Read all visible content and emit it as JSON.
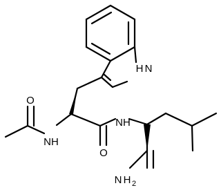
{
  "structure": {
    "atom_labels": {
      "indole_nh": "H",
      "indole_n": "N",
      "acetyl_o": "O",
      "acetyl_nh": "NH",
      "amide_o": "O",
      "peptide_nh": "NH",
      "amide_n": "N",
      "amide_h2": "H",
      "amide_h2_sub": "2"
    }
  }
}
